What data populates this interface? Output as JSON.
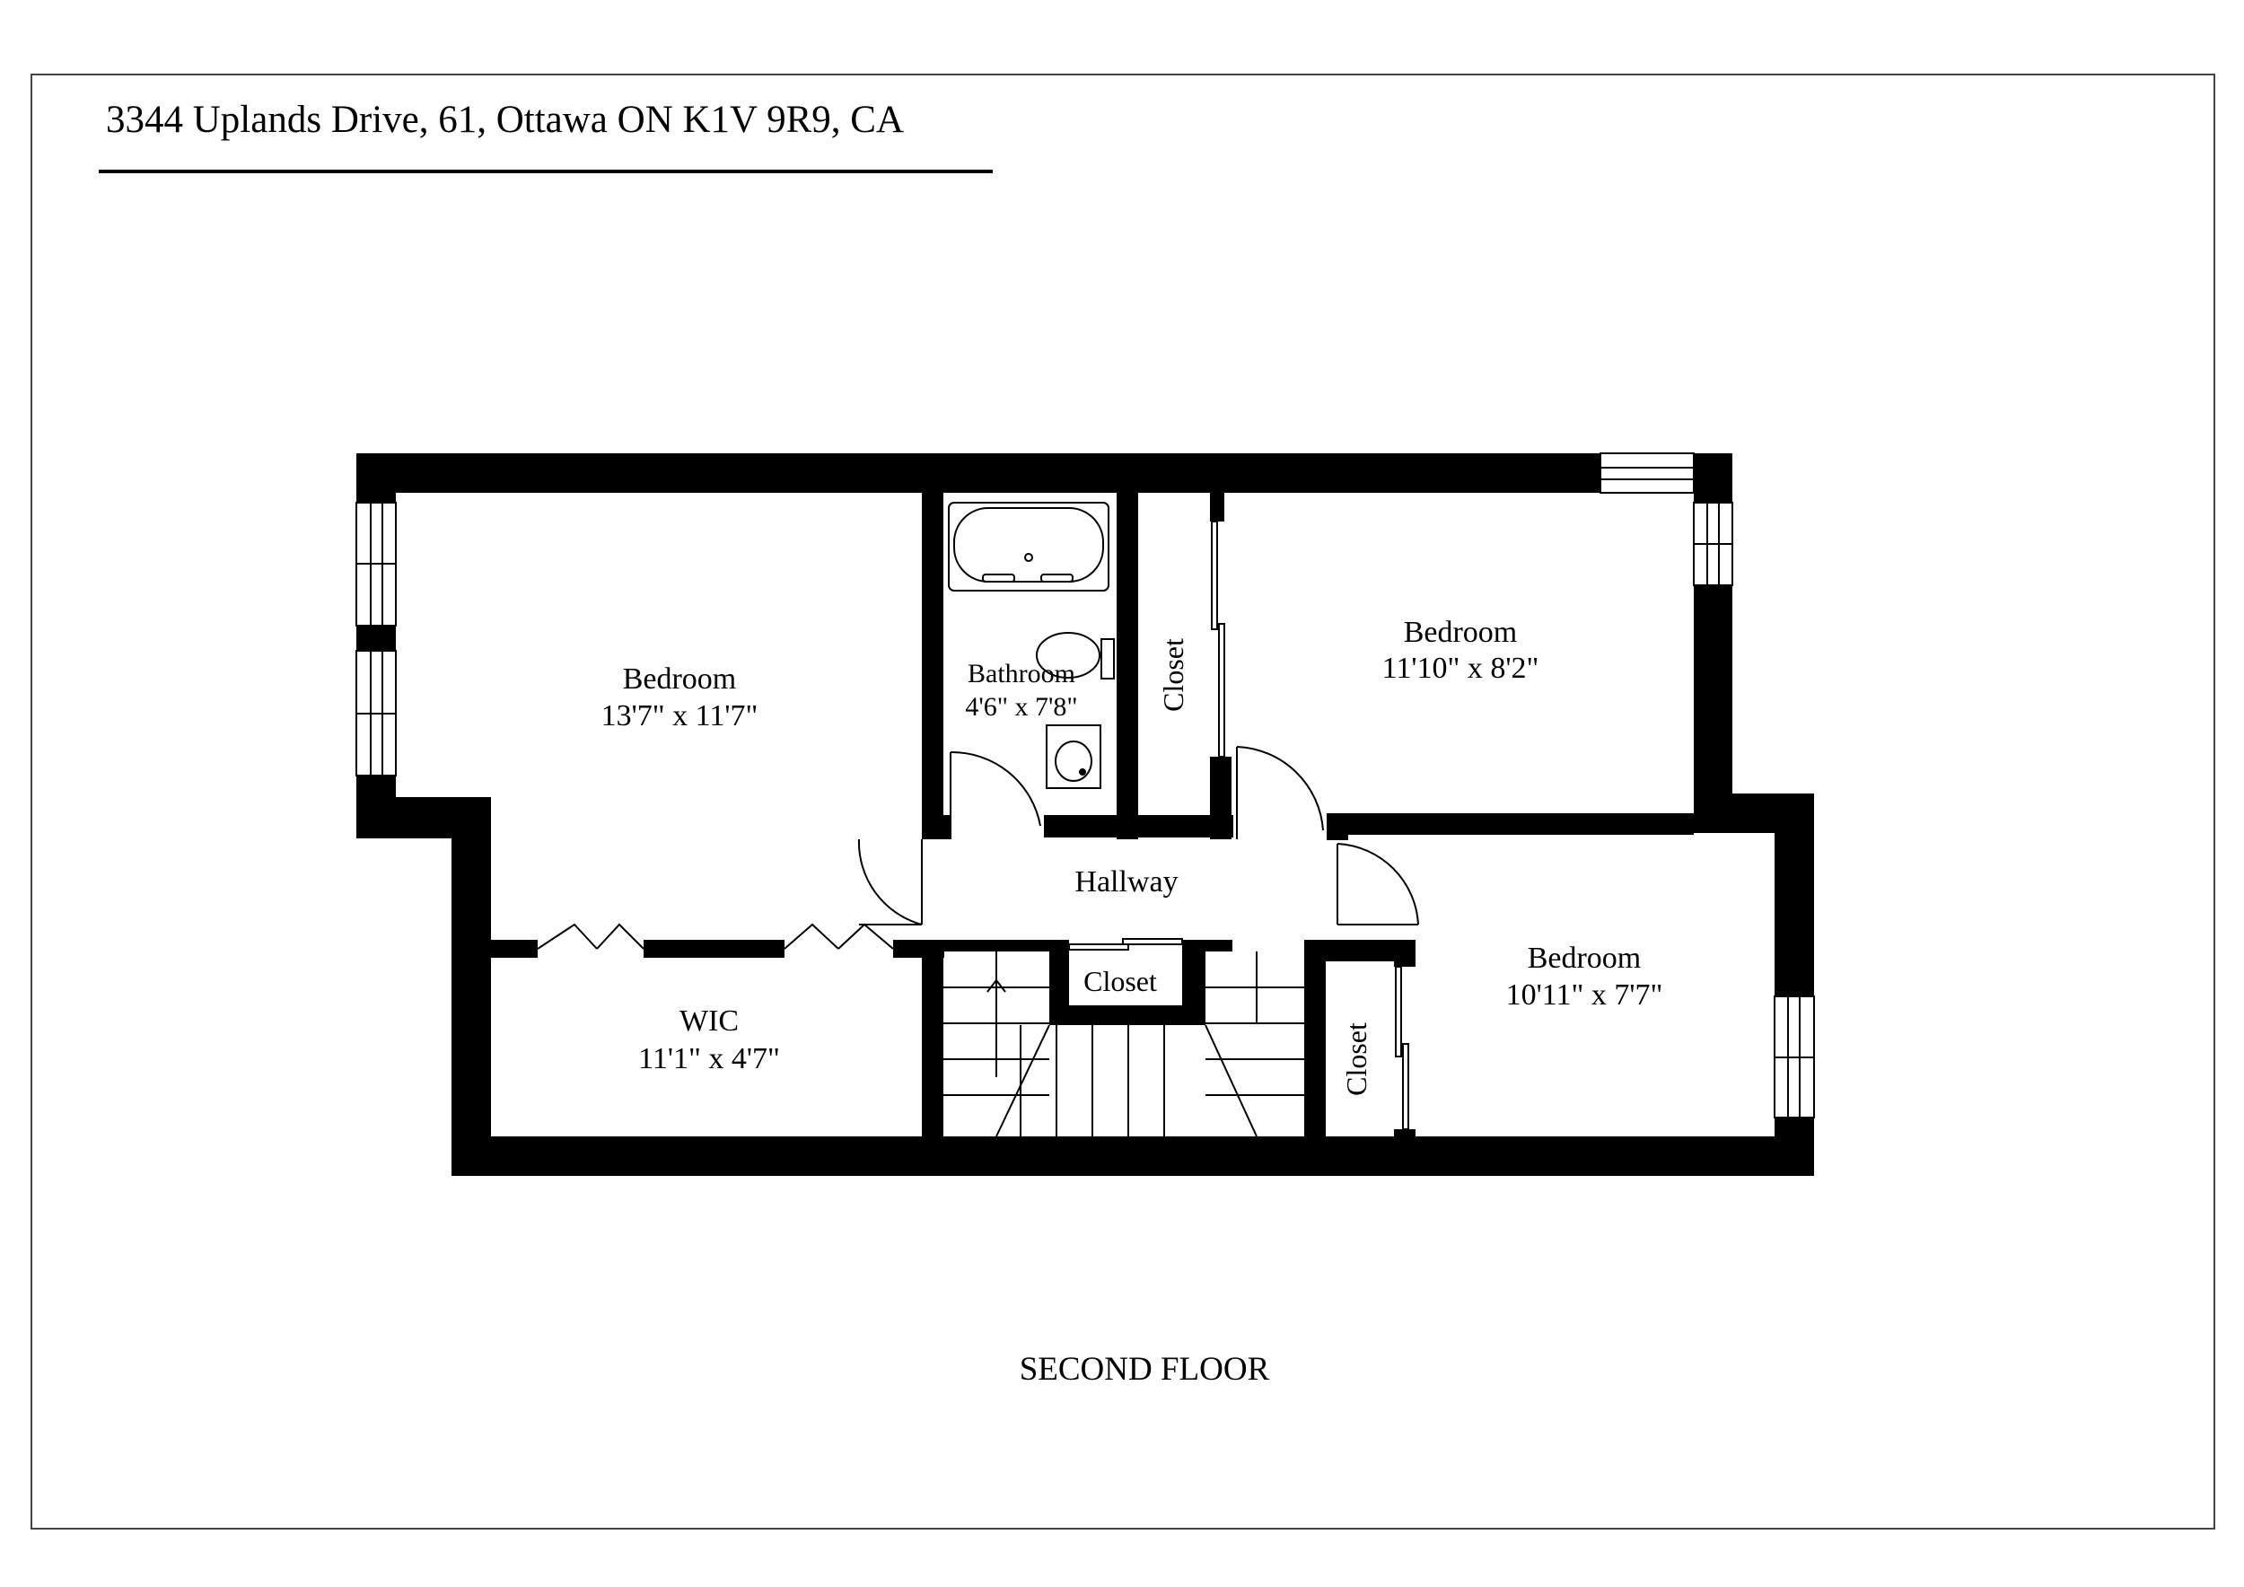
{
  "header": {
    "address": "3344 Uplands Drive, 61, Ottawa ON K1V 9R9, CA"
  },
  "floor": {
    "label": "SECOND FLOOR"
  },
  "rooms": {
    "bedroom_main": {
      "name": "Bedroom",
      "size": "13'7\" x 11'7\""
    },
    "bathroom": {
      "name": "Bathroom",
      "size": "4'6\" x 7'8\""
    },
    "closet_bath": {
      "name": "Closet"
    },
    "bedroom_ne": {
      "name": "Bedroom",
      "size": "11'10\" x 8'2\""
    },
    "hallway": {
      "name": "Hallway"
    },
    "closet_hall": {
      "name": "Closet"
    },
    "wic": {
      "name": "WIC",
      "size": "11'1\" x 4'7\""
    },
    "closet_se": {
      "name": "Closet"
    },
    "bedroom_se": {
      "name": "Bedroom",
      "size": "10'11\" x 7'7\""
    }
  },
  "colors": {
    "wall": "#000000",
    "background": "#ffffff",
    "frame": "#444444"
  }
}
